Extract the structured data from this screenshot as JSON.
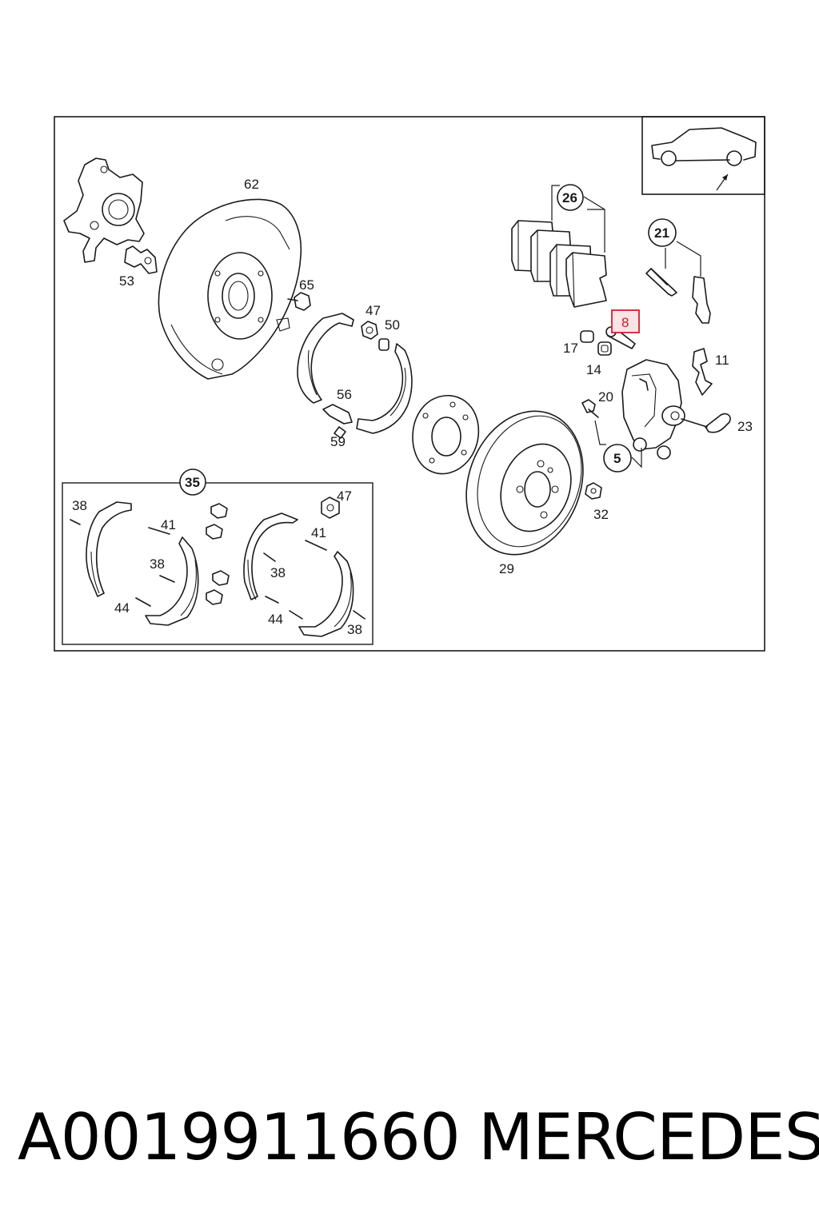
{
  "diagram": {
    "highlighted_label": "8",
    "labels": {
      "l62": "62",
      "l53": "53",
      "l65": "65",
      "l47": "47",
      "l50": "50",
      "l26": "26",
      "l21": "21",
      "l8": "8",
      "l17": "17",
      "l14": "14",
      "l11": "11",
      "l56": "56",
      "l59": "59",
      "l20": "20",
      "l23": "23",
      "l5": "5",
      "l32": "32",
      "l29": "29",
      "l35": "35",
      "k38a": "38",
      "k41a": "41",
      "k38b": "38",
      "k44a": "44",
      "k47": "47",
      "k41b": "41",
      "k38c": "38",
      "k44b": "44",
      "k38d": "38"
    }
  },
  "footer": {
    "part_number": "A0019911660",
    "brand": "MERCEDES"
  }
}
